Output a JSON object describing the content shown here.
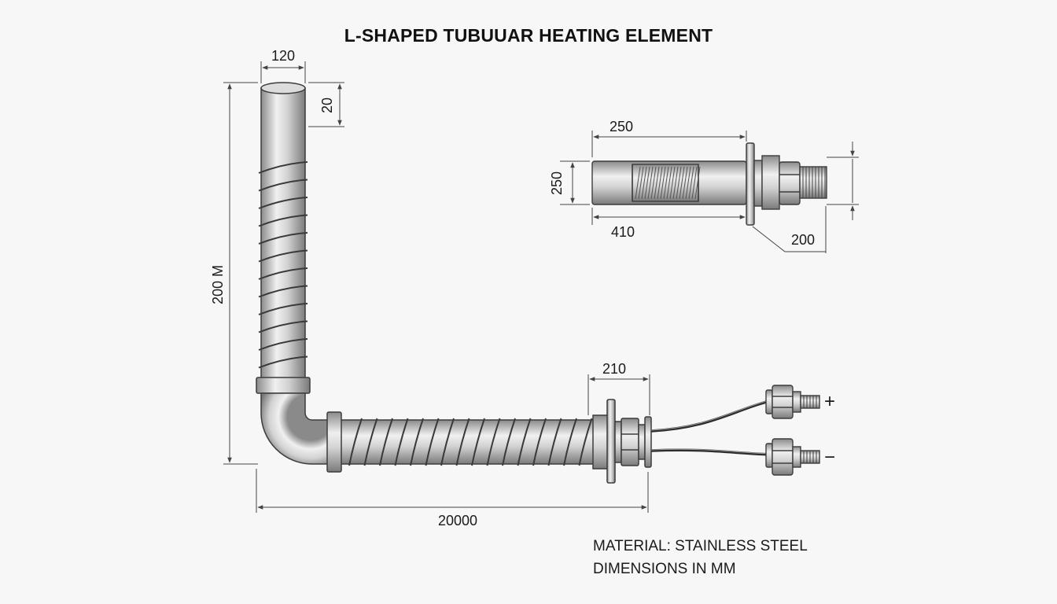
{
  "title": "L-SHAPED TUBUUAR HEATING ELEMENT",
  "dimensions": {
    "tube_diameter": "120",
    "tube_top_offset": "20",
    "vertical_height": "200 M",
    "horizontal_length": "20000",
    "terminal_flange": "210",
    "detail_length": "250",
    "detail_height": "250",
    "detail_body": "410",
    "detail_thread": "200"
  },
  "terminals": {
    "positive": "+",
    "negative": "−"
  },
  "notes": {
    "material": "MATERIAL: STAINLESS STEEL",
    "units": "DIMENSIONS IN MM"
  },
  "colors": {
    "steel_light": "#eeeeee",
    "steel_mid": "#c4c4c4",
    "steel_dark": "#7d7d7d",
    "outline": "#3c3c3c",
    "dim_line": "#444444"
  }
}
